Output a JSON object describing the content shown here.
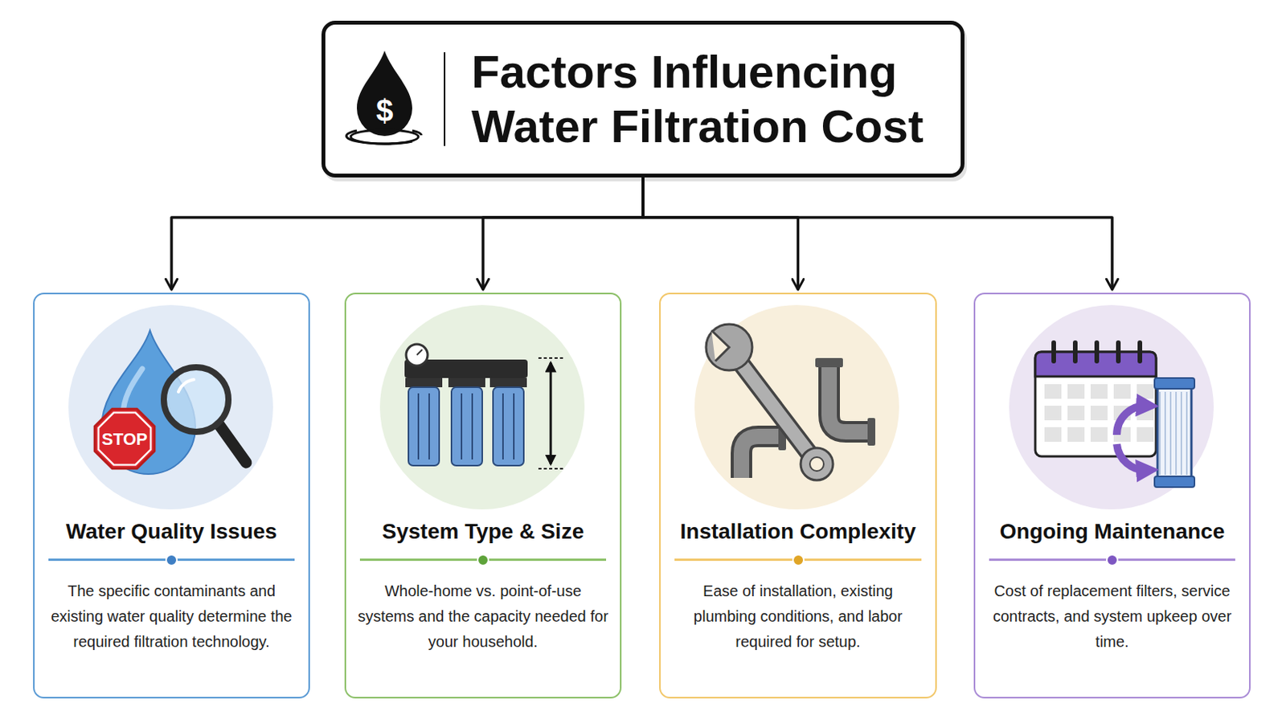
{
  "diagram": {
    "nodes": [
      {
        "text": [
          "Factors Influencing Water Filtration Cost"
        ]
      },
      {
        "text": [
          "Water Quality Issues",
          "The specific contaminants and existing water quality determine the required filtration technology."
        ]
      },
      {
        "text": [
          "System Type & Size",
          "Whole-home vs. point-of-use systems and the capacity needed for your household."
        ]
      },
      {
        "text": [
          "Installation Complexity",
          "Ease of installation, existing plumbing conditions, and labor required for setup."
        ]
      },
      {
        "text": [
          "Ongoing Maintenance",
          "Cost of replacement filters, service contracts, and system upkeep over time."
        ]
      }
    ],
    "edges": [
      {
        "from": 0,
        "to": 1,
        "arrow": "to"
      },
      {
        "from": 0,
        "to": 2,
        "arrow": "to"
      },
      {
        "from": 0,
        "to": 3,
        "arrow": "to"
      },
      {
        "from": 0,
        "to": 4,
        "arrow": "to"
      }
    ],
    "labels": [
      "$",
      "STOP"
    ]
  }
}
